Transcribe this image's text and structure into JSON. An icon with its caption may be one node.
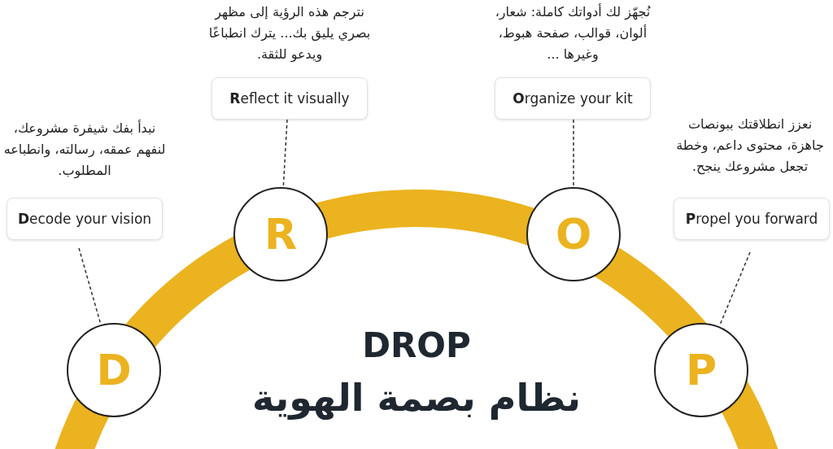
{
  "diagram": {
    "title": "DROP",
    "nodes": [
      {
        "text": [
          "**D**ecode your vision"
        ],
        "beside": [
          "نبدأ بفك شيفرة مشروعك، لنفهم عمقه، رسالته، وانطباعه المطلوب."
        ]
      },
      {
        "text": [
          "D"
        ]
      },
      {
        "text": [
          "**R**eflect it visually"
        ],
        "beside": [
          "نترجم هذه الرؤية إلى مظهر بصري يليق بك... يترك انطباعًا ويدعو للثقة."
        ]
      },
      {
        "text": [
          "R"
        ]
      },
      {
        "text": [
          "**O**rganize your kit"
        ],
        "beside": [
          "نُجهّز لك أدواتك كاملة: شعار، ألوان، قوالب، صفحة هبوط، وغيرها ..."
        ]
      },
      {
        "text": [
          "O"
        ]
      },
      {
        "text": [
          "**P**ropel you forward"
        ],
        "beside": [
          "نعزز انطلاقتك ببونصات جاهزة، محتوى داعم، وخطة تجعل مشروعك ينجح."
        ]
      },
      {
        "text": [
          "P"
        ]
      }
    ],
    "edges": [
      {
        "from": 0,
        "to": 1,
        "arrow": "none",
        "style": "dashed"
      },
      {
        "from": 2,
        "to": 3,
        "arrow": "none",
        "style": "dashed"
      },
      {
        "from": 4,
        "to": 5,
        "arrow": "none",
        "style": "dashed"
      },
      {
        "from": 6,
        "to": 7,
        "arrow": "none",
        "style": "dashed"
      }
    ],
    "labels": [
      "نظام بصمة الهوية"
    ]
  }
}
